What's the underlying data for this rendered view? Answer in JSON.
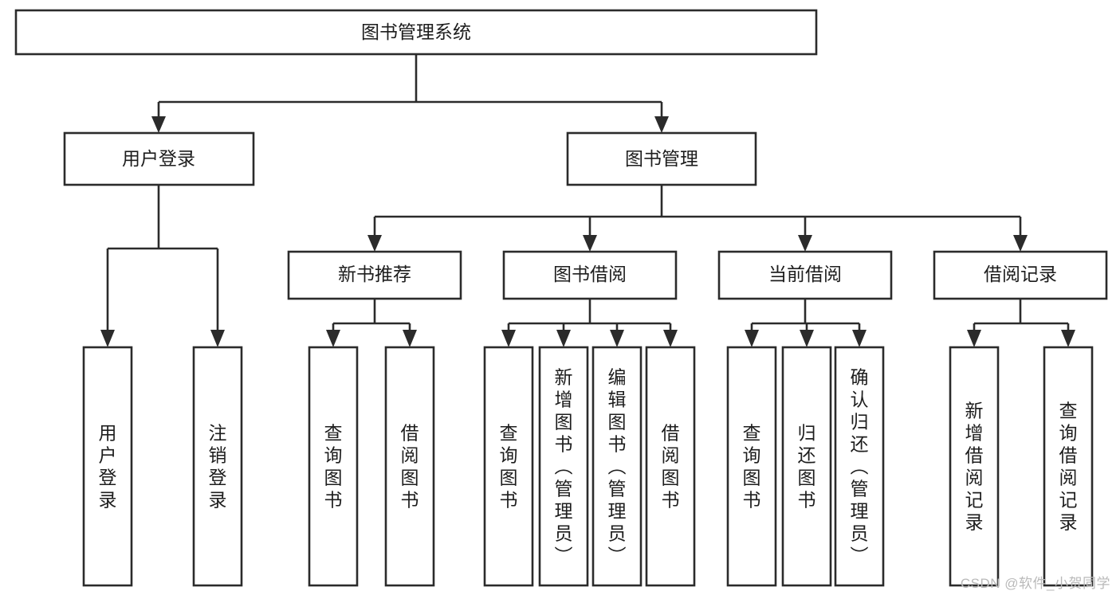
{
  "diagram": {
    "type": "tree-hierarchy-flowchart",
    "root": {
      "id": "root",
      "label": "图书管理系统"
    },
    "level2": [
      {
        "id": "user-login",
        "label": "用户登录"
      },
      {
        "id": "book-management",
        "label": "图书管理"
      }
    ],
    "level3": [
      {
        "id": "new-book-recommend",
        "label": "新书推荐",
        "parent": "book-management"
      },
      {
        "id": "book-borrow",
        "label": "图书借阅",
        "parent": "book-management"
      },
      {
        "id": "current-borrow",
        "label": "当前借阅",
        "parent": "book-management"
      },
      {
        "id": "borrow-record",
        "label": "借阅记录",
        "parent": "book-management"
      }
    ],
    "leaves": {
      "user-login": [
        {
          "id": "leaf-user-login",
          "label": "用户登录"
        },
        {
          "id": "leaf-logout-login",
          "label": "注销登录"
        }
      ],
      "new-book-recommend": [
        {
          "id": "leaf-query-book-1",
          "label": "查询图书"
        },
        {
          "id": "leaf-borrow-book-1",
          "label": "借阅图书"
        }
      ],
      "book-borrow": [
        {
          "id": "leaf-query-book-2",
          "label": "查询图书"
        },
        {
          "id": "leaf-add-book",
          "label": "新增图书（管理员）"
        },
        {
          "id": "leaf-edit-book",
          "label": "编辑图书（管理员）"
        },
        {
          "id": "leaf-borrow-book-2",
          "label": "借阅图书"
        }
      ],
      "current-borrow": [
        {
          "id": "leaf-query-book-3",
          "label": "查询图书"
        },
        {
          "id": "leaf-return-book",
          "label": "归还图书"
        },
        {
          "id": "leaf-confirm-return",
          "label": "确认归还（管理员）"
        }
      ],
      "borrow-record": [
        {
          "id": "leaf-add-record",
          "label": "新增借阅记录"
        },
        {
          "id": "leaf-query-record",
          "label": "查询借阅记录"
        }
      ]
    }
  },
  "watermark": {
    "text": "CSDN @软件_小贺同学"
  },
  "colors": {
    "stroke": "#2b2b2b",
    "fill": "#ffffff",
    "text": "#1d1d1d",
    "watermark": "#b9b9b9"
  }
}
